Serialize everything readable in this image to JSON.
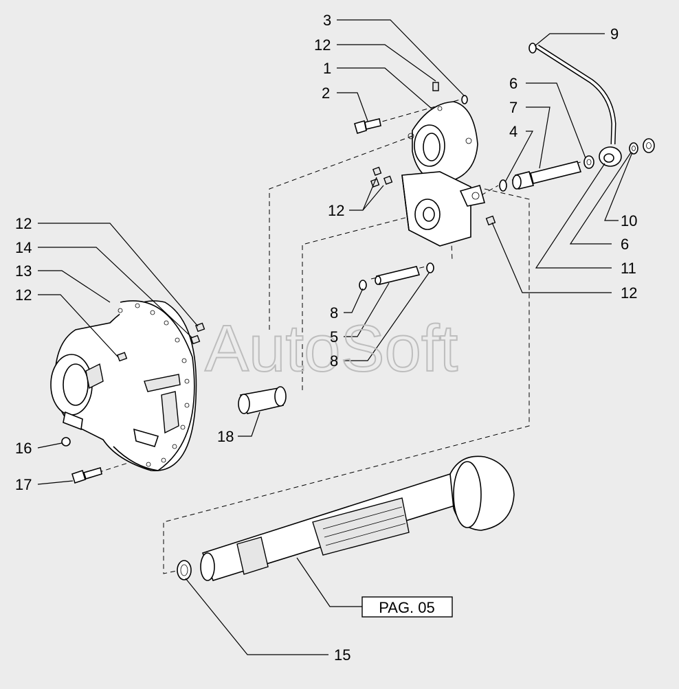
{
  "watermark": "AutoSoft",
  "page_ref": "PAG. 05",
  "callouts": [
    {
      "id": "c3",
      "text": "3"
    },
    {
      "id": "c12a",
      "text": "12"
    },
    {
      "id": "c1",
      "text": "1"
    },
    {
      "id": "c2",
      "text": "2"
    },
    {
      "id": "c9",
      "text": "9"
    },
    {
      "id": "c6a",
      "text": "6"
    },
    {
      "id": "c7",
      "text": "7"
    },
    {
      "id": "c4",
      "text": "4"
    },
    {
      "id": "c12b",
      "text": "12"
    },
    {
      "id": "c10",
      "text": "10"
    },
    {
      "id": "c6b",
      "text": "6"
    },
    {
      "id": "c11",
      "text": "11"
    },
    {
      "id": "c12c",
      "text": "12"
    },
    {
      "id": "c12d",
      "text": "12"
    },
    {
      "id": "c14",
      "text": "14"
    },
    {
      "id": "c13",
      "text": "13"
    },
    {
      "id": "c12e",
      "text": "12"
    },
    {
      "id": "c8a",
      "text": "8"
    },
    {
      "id": "c5",
      "text": "5"
    },
    {
      "id": "c8b",
      "text": "8"
    },
    {
      "id": "c18",
      "text": "18"
    },
    {
      "id": "c16",
      "text": "16"
    },
    {
      "id": "c17",
      "text": "17"
    },
    {
      "id": "c15",
      "text": "15"
    }
  ]
}
